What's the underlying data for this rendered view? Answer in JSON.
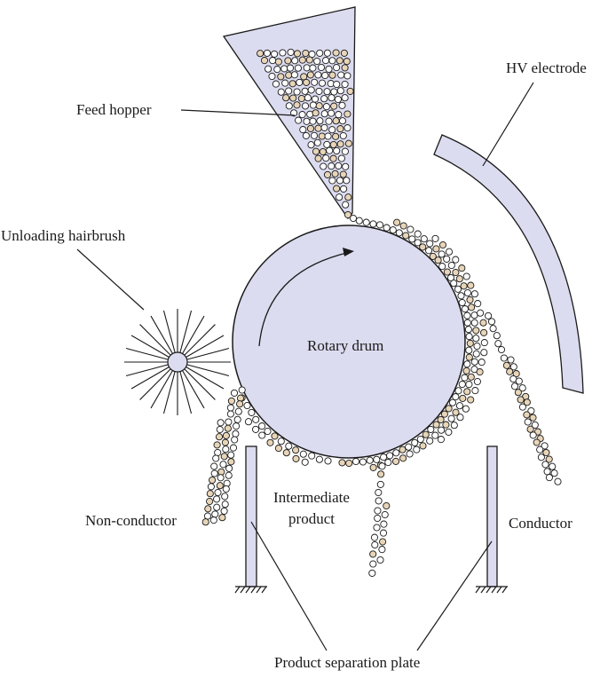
{
  "labels": {
    "feed_hopper": "Feed hopper",
    "hv_electrode": "HV electrode",
    "unloading_hairbrush": "Unloading hairbrush",
    "rotary_drum": "Rotary drum",
    "non_conductor": "Non-conductor",
    "intermediate_product_line1": "Intermediate",
    "intermediate_product_line2": "product",
    "conductor": "Conductor",
    "product_separation_plate": "Product separation plate"
  },
  "colors": {
    "fill": "#dcdcf0",
    "stroke": "#1a1a1a",
    "particle_light": "#ffffff",
    "particle_tan": "#e8d5b8"
  }
}
